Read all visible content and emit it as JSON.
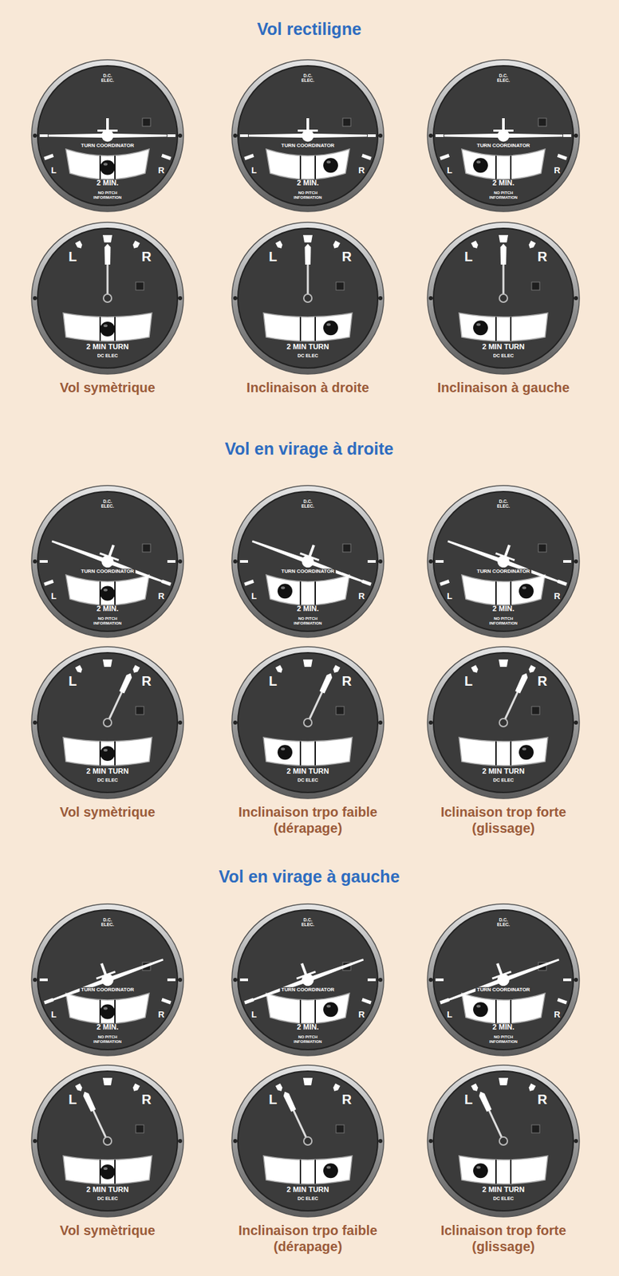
{
  "diagram": {
    "nodes": [
      {
        "text": [
          "D.C. ELEC.",
          "TURN COORDINATOR",
          "L",
          "R",
          "2 MIN.",
          "NO PITCH INFORMATION"
        ]
      },
      {
        "text": [
          "D.C. ELEC.",
          "TURN COORDINATOR",
          "L",
          "R",
          "2 MIN.",
          "NO PITCH INFORMATION"
        ]
      },
      {
        "text": [
          "D.C. ELEC.",
          "TURN COORDINATOR",
          "L",
          "R",
          "2 MIN.",
          "NO PITCH INFORMATION"
        ]
      },
      {
        "text": [
          "L",
          "R",
          "2 MIN TURN",
          "DC ELEC"
        ]
      },
      {
        "text": [
          "L",
          "R",
          "2 MIN TURN",
          "DC ELEC"
        ]
      },
      {
        "text": [
          "L",
          "R",
          "2 MIN TURN",
          "DC ELEC"
        ]
      },
      {
        "text": [
          "D.C. ELEC.",
          "TURN COORDINATOR",
          "L",
          "R",
          "2 MIN.",
          "NO PITCH INFORMATION"
        ]
      },
      {
        "text": [
          "D.C. ELEC.",
          "TURN COORDINATOR",
          "L",
          "R",
          "2 MIN.",
          "NO PITCH INFORMATION"
        ]
      },
      {
        "text": [
          "D.C. ELEC.",
          "TURN COORDINATOR",
          "L",
          "R",
          "2 MIN.",
          "NO PITCH INFORMATION"
        ]
      },
      {
        "text": [
          "L",
          "R",
          "2 MIN TURN",
          "DC ELEC"
        ]
      },
      {
        "text": [
          "L",
          "R",
          "2 MIN TURN",
          "DC ELEC"
        ]
      },
      {
        "text": [
          "L",
          "R",
          "2 MIN TURN",
          "DC ELEC"
        ]
      },
      {
        "text": [
          "D.C. ELEC.",
          "TURN COORDINATOR",
          "L",
          "R",
          "2 MIN.",
          "NO PITCH INFORMATION"
        ]
      },
      {
        "text": [
          "D.C. ELEC.",
          "TURN COORDINATOR",
          "L",
          "R",
          "2 MIN.",
          "NO PITCH INFORMATION"
        ]
      },
      {
        "text": [
          "D.C. ELEC.",
          "TURN COORDINATOR",
          "L",
          "R",
          "2 MIN.",
          "NO PITCH INFORMATION"
        ]
      },
      {
        "text": [
          "L",
          "R",
          "2 MIN TURN",
          "DC ELEC"
        ]
      },
      {
        "text": [
          "L",
          "R",
          "2 MIN TURN",
          "DC ELEC"
        ]
      },
      {
        "text": [
          "L",
          "R",
          "2 MIN TURN",
          "DC ELEC"
        ]
      }
    ],
    "labels": [
      "Vol rectiligne",
      "Vol symètrique",
      "Inclinaison à droite",
      "Inclinaison à gauche",
      "Vol en virage à droite",
      "Vol symètrique",
      "Inclinaison trpo faible (dérapage)",
      "Iclinaison trop forte (glissage)",
      "Vol en virage à gauche",
      "Vol symètrique",
      "Inclinaison trpo faible (dérapage)",
      "Iclinaison trop forte (glissage)"
    ]
  }
}
